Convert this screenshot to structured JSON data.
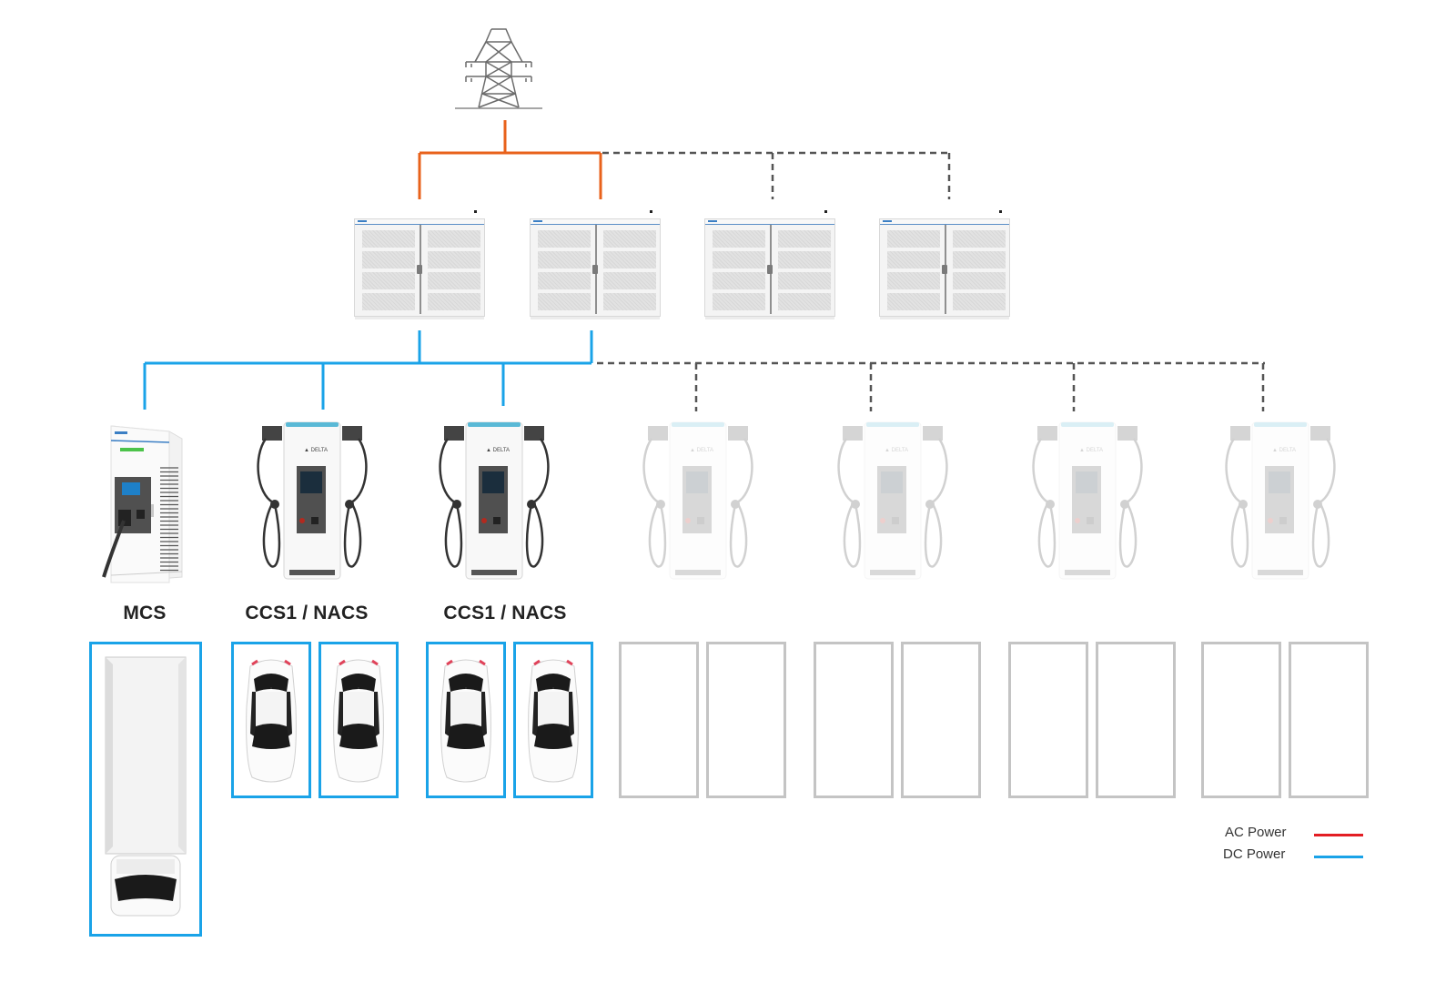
{
  "diagram": {
    "title": "EV Charging Site Power Architecture",
    "grid_source": {
      "icon": "transmission-tower-icon",
      "label": ""
    },
    "power_cabinets": [
      {
        "index": 1,
        "state": "active"
      },
      {
        "index": 2,
        "state": "active"
      },
      {
        "index": 3,
        "state": "expandable"
      },
      {
        "index": 4,
        "state": "expandable"
      }
    ],
    "chargers": [
      {
        "type": "MCS",
        "label": "MCS",
        "state": "active"
      },
      {
        "type": "dual-dispenser",
        "label": "CCS1 / NACS",
        "state": "active"
      },
      {
        "type": "dual-dispenser",
        "label": "CCS1 / NACS",
        "state": "active"
      },
      {
        "type": "dual-dispenser",
        "label": "",
        "state": "expandable"
      },
      {
        "type": "dual-dispenser",
        "label": "",
        "state": "expandable"
      },
      {
        "type": "dual-dispenser",
        "label": "",
        "state": "expandable"
      },
      {
        "type": "dual-dispenser",
        "label": "",
        "state": "expandable"
      }
    ],
    "parking_bays": [
      {
        "vehicle": "truck",
        "state": "occupied"
      },
      {
        "vehicle": "car",
        "state": "occupied"
      },
      {
        "vehicle": "car",
        "state": "occupied"
      },
      {
        "vehicle": "car",
        "state": "occupied"
      },
      {
        "vehicle": "car",
        "state": "occupied"
      },
      {
        "vehicle": "",
        "state": "empty"
      },
      {
        "vehicle": "",
        "state": "empty"
      },
      {
        "vehicle": "",
        "state": "empty"
      },
      {
        "vehicle": "",
        "state": "empty"
      },
      {
        "vehicle": "",
        "state": "empty"
      },
      {
        "vehicle": "",
        "state": "empty"
      },
      {
        "vehicle": "",
        "state": "empty"
      },
      {
        "vehicle": "",
        "state": "empty"
      }
    ],
    "connections": {
      "ac_style": "solid",
      "dc_style": "solid",
      "future_style": "dashed"
    }
  },
  "legend": {
    "items": [
      {
        "label": "AC Power",
        "color": "#e31e24"
      },
      {
        "label": "DC Power",
        "color": "#1aa3e8"
      }
    ]
  },
  "colors": {
    "ac_line": "#e8621b",
    "dc_line": "#1aa3e8",
    "future_line": "#555555",
    "active_bay": "#1aa3e8",
    "empty_bay": "#c4c4c4"
  }
}
